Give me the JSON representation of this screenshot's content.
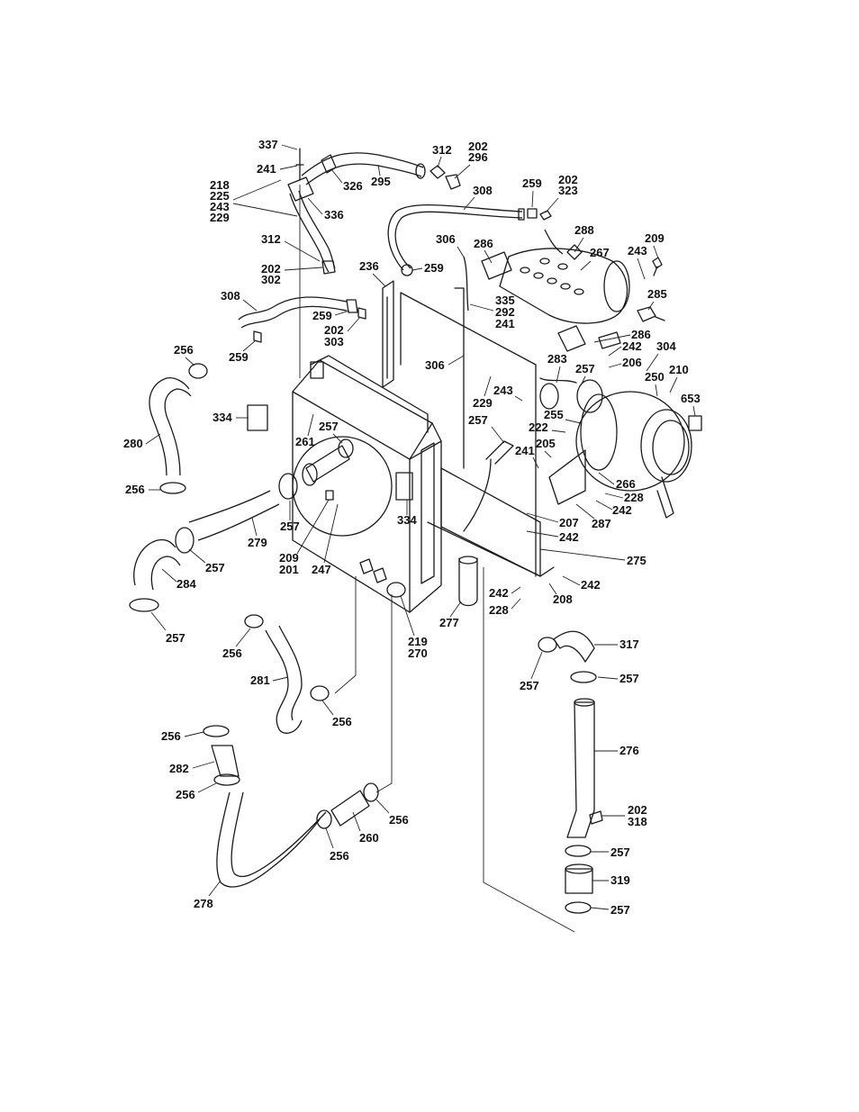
{
  "labels": [
    {
      "id": "337",
      "lines": [
        "337"
      ]
    },
    {
      "id": "241a",
      "lines": [
        "241"
      ]
    },
    {
      "id": "218",
      "lines": [
        "218",
        "225",
        "243",
        "229"
      ]
    },
    {
      "id": "326",
      "lines": [
        "326"
      ]
    },
    {
      "id": "295",
      "lines": [
        "295"
      ]
    },
    {
      "id": "336",
      "lines": [
        "336"
      ]
    },
    {
      "id": "312a",
      "lines": [
        "312"
      ]
    },
    {
      "id": "202a",
      "lines": [
        "202",
        "296"
      ]
    },
    {
      "id": "308a",
      "lines": [
        "308"
      ]
    },
    {
      "id": "259a",
      "lines": [
        "259"
      ]
    },
    {
      "id": "202b",
      "lines": [
        "202",
        "323"
      ]
    },
    {
      "id": "312b",
      "lines": [
        "312"
      ]
    },
    {
      "id": "202c",
      "lines": [
        "202",
        "302"
      ]
    },
    {
      "id": "306a",
      "lines": [
        "306"
      ]
    },
    {
      "id": "286a",
      "lines": [
        "286"
      ]
    },
    {
      "id": "288",
      "lines": [
        "288"
      ]
    },
    {
      "id": "267",
      "lines": [
        "267"
      ]
    },
    {
      "id": "209a",
      "lines": [
        "209"
      ]
    },
    {
      "id": "243a",
      "lines": [
        "243"
      ]
    },
    {
      "id": "236",
      "lines": [
        "236"
      ]
    },
    {
      "id": "259b",
      "lines": [
        "259"
      ]
    },
    {
      "id": "308b",
      "lines": [
        "308"
      ]
    },
    {
      "id": "335",
      "lines": [
        "335",
        "292",
        "241"
      ]
    },
    {
      "id": "259c",
      "lines": [
        "259"
      ]
    },
    {
      "id": "202d",
      "lines": [
        "202",
        "303"
      ]
    },
    {
      "id": "285",
      "lines": [
        "285"
      ]
    },
    {
      "id": "286b",
      "lines": [
        "286"
      ]
    },
    {
      "id": "242a",
      "lines": [
        "242"
      ]
    },
    {
      "id": "304",
      "lines": [
        "304"
      ]
    },
    {
      "id": "256a",
      "lines": [
        "256"
      ]
    },
    {
      "id": "259d",
      "lines": [
        "259"
      ]
    },
    {
      "id": "306b",
      "lines": [
        "306"
      ]
    },
    {
      "id": "283",
      "lines": [
        "283"
      ]
    },
    {
      "id": "206",
      "lines": [
        "206"
      ]
    },
    {
      "id": "257a",
      "lines": [
        "257"
      ]
    },
    {
      "id": "250",
      "lines": [
        "250"
      ]
    },
    {
      "id": "210",
      "lines": [
        "210"
      ]
    },
    {
      "id": "229",
      "lines": [
        "229"
      ]
    },
    {
      "id": "243b",
      "lines": [
        "243"
      ]
    },
    {
      "id": "653",
      "lines": [
        "653"
      ]
    },
    {
      "id": "334a",
      "lines": [
        "334"
      ]
    },
    {
      "id": "257b",
      "lines": [
        "257"
      ]
    },
    {
      "id": "255",
      "lines": [
        "255"
      ]
    },
    {
      "id": "257c",
      "lines": [
        "257"
      ]
    },
    {
      "id": "222",
      "lines": [
        "222"
      ]
    },
    {
      "id": "280",
      "lines": [
        "280"
      ]
    },
    {
      "id": "261",
      "lines": [
        "261"
      ]
    },
    {
      "id": "205",
      "lines": [
        "205"
      ]
    },
    {
      "id": "241b",
      "lines": [
        "241"
      ]
    },
    {
      "id": "266",
      "lines": [
        "266"
      ]
    },
    {
      "id": "256b",
      "lines": [
        "256"
      ]
    },
    {
      "id": "228a",
      "lines": [
        "228"
      ]
    },
    {
      "id": "242b",
      "lines": [
        "242"
      ]
    },
    {
      "id": "287",
      "lines": [
        "287"
      ]
    },
    {
      "id": "257d",
      "lines": [
        "257"
      ]
    },
    {
      "id": "334b",
      "lines": [
        "334"
      ]
    },
    {
      "id": "207",
      "lines": [
        "207"
      ]
    },
    {
      "id": "279",
      "lines": [
        "279"
      ]
    },
    {
      "id": "242c",
      "lines": [
        "242"
      ]
    },
    {
      "id": "209b",
      "lines": [
        "209",
        "201"
      ]
    },
    {
      "id": "257e",
      "lines": [
        "257"
      ]
    },
    {
      "id": "247",
      "lines": [
        "247"
      ]
    },
    {
      "id": "275",
      "lines": [
        "275"
      ]
    },
    {
      "id": "284",
      "lines": [
        "284"
      ]
    },
    {
      "id": "242d",
      "lines": [
        "242"
      ]
    },
    {
      "id": "242e",
      "lines": [
        "242"
      ]
    },
    {
      "id": "208",
      "lines": [
        "208"
      ]
    },
    {
      "id": "228b",
      "lines": [
        "228"
      ]
    },
    {
      "id": "277",
      "lines": [
        "277"
      ]
    },
    {
      "id": "257f",
      "lines": [
        "257"
      ]
    },
    {
      "id": "219",
      "lines": [
        "219",
        "270"
      ]
    },
    {
      "id": "256c",
      "lines": [
        "256"
      ]
    },
    {
      "id": "317",
      "lines": [
        "317"
      ]
    },
    {
      "id": "281",
      "lines": [
        "281"
      ]
    },
    {
      "id": "257g",
      "lines": [
        "257"
      ]
    },
    {
      "id": "257h",
      "lines": [
        "257"
      ]
    },
    {
      "id": "256d",
      "lines": [
        "256"
      ]
    },
    {
      "id": "256e",
      "lines": [
        "256"
      ]
    },
    {
      "id": "276",
      "lines": [
        "276"
      ]
    },
    {
      "id": "282",
      "lines": [
        "282"
      ]
    },
    {
      "id": "256f",
      "lines": [
        "256"
      ]
    },
    {
      "id": "202e",
      "lines": [
        "202",
        "318"
      ]
    },
    {
      "id": "256g",
      "lines": [
        "256"
      ]
    },
    {
      "id": "260",
      "lines": [
        "260"
      ]
    },
    {
      "id": "256h",
      "lines": [
        "256"
      ]
    },
    {
      "id": "257i",
      "lines": [
        "257"
      ]
    },
    {
      "id": "319",
      "lines": [
        "319"
      ]
    },
    {
      "id": "278",
      "lines": [
        "278"
      ]
    },
    {
      "id": "257j",
      "lines": [
        "257"
      ]
    }
  ]
}
